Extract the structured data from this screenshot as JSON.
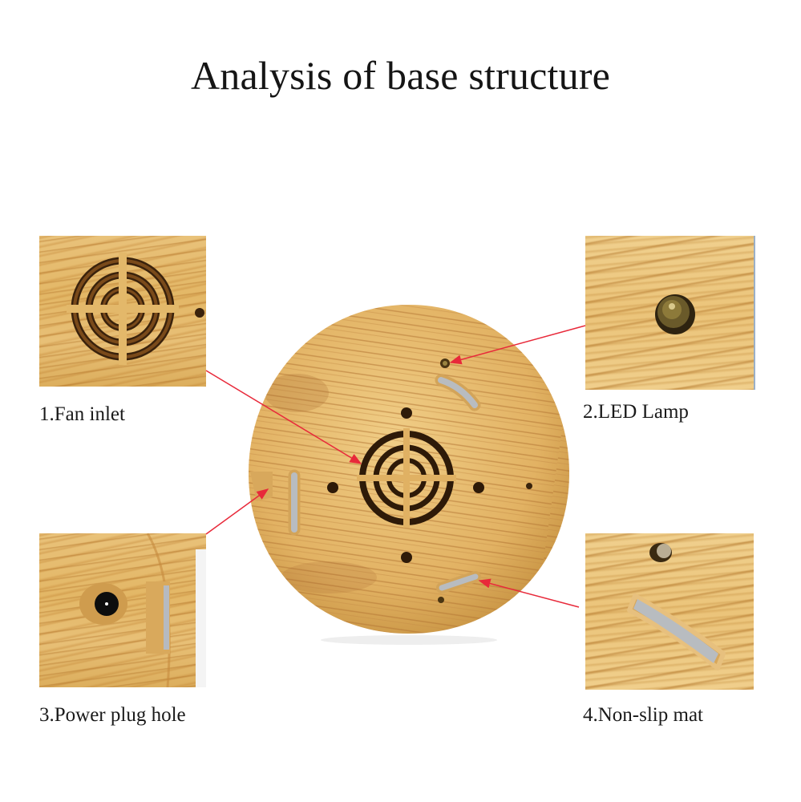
{
  "title": "Analysis of base structure",
  "colors": {
    "arrow": "#e8293a",
    "wood_light": "#e9c27a",
    "wood_dark": "#b37433",
    "pad_gray": "#b8bcc0",
    "text": "#151515"
  },
  "features": [
    {
      "label": "1.Fan inlet",
      "icon": "fan-grille-icon"
    },
    {
      "label": "2.LED Lamp",
      "icon": "led-lamp-icon"
    },
    {
      "label": "3.Power plug hole",
      "icon": "power-jack-icon"
    },
    {
      "label": "4.Non-slip mat",
      "icon": "rubber-pad-icon"
    }
  ],
  "main_image": {
    "subject": "wood-grain diffuser base (bottom view)"
  }
}
